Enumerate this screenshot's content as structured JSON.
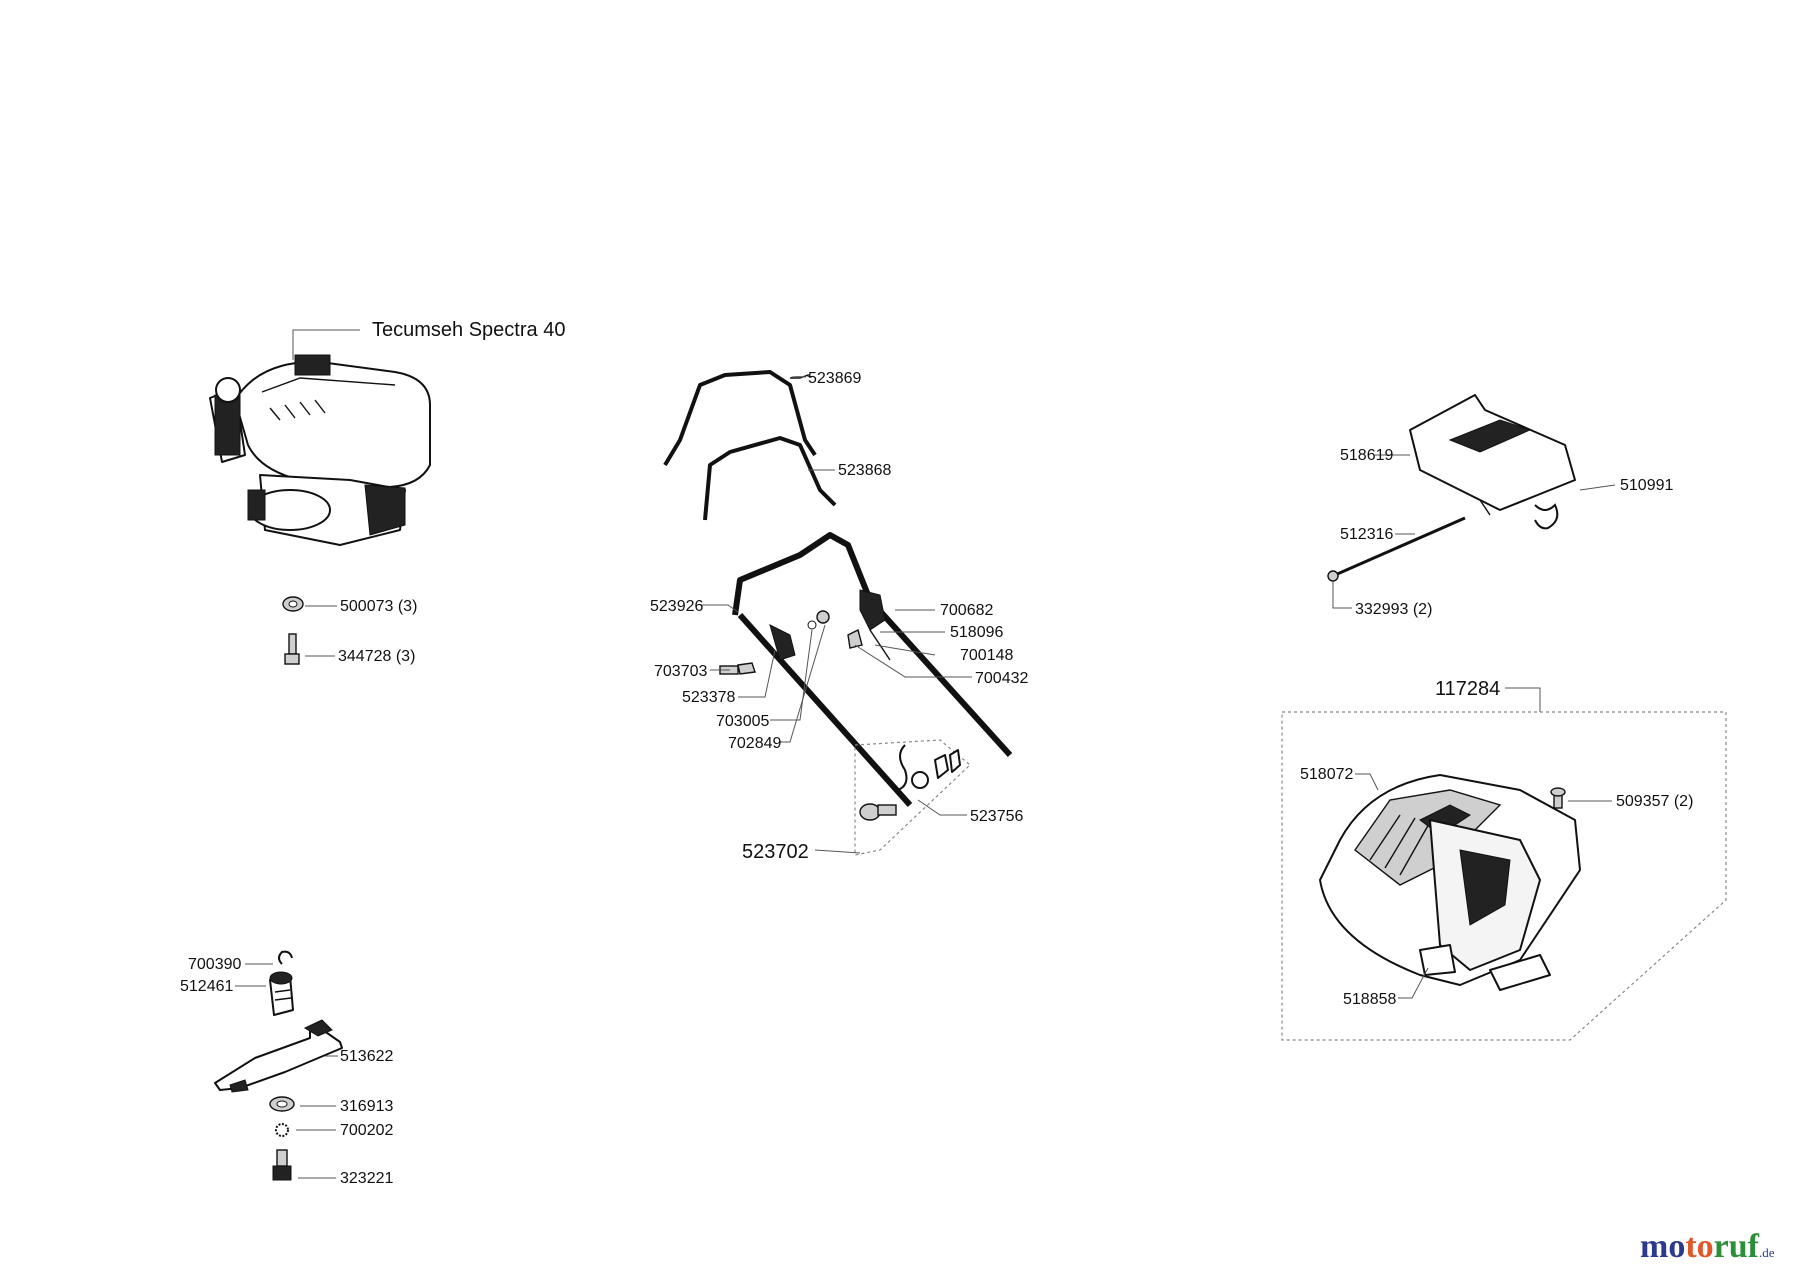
{
  "labels": {
    "engine": "Tecumseh Spectra 40",
    "p500073": "500073 (3)",
    "p344728": "344728 (3)",
    "p523869": "523869",
    "p523868": "523868",
    "p523926": "523926",
    "p700682": "700682",
    "p518096": "518096",
    "p700148": "700148",
    "p700432": "700432",
    "p703703": "703703",
    "p523378": "523378",
    "p703005": "703005",
    "p702849": "702849",
    "p523756": "523756",
    "p523702": "523702",
    "p518619": "518619",
    "p510991": "510991",
    "p512316": "512316",
    "p332993": "332993 (2)",
    "p117284": "117284",
    "p518072": "518072",
    "p509357": "509357 (2)",
    "p518858": "518858",
    "p700390": "700390",
    "p512461": "512461",
    "p513622": "513622",
    "p316913": "316913",
    "p700202": "700202",
    "p323221": "323221"
  },
  "logo": {
    "part1": "mo",
    "part2": "to",
    "part3": "ruf",
    "tld": ".de"
  }
}
